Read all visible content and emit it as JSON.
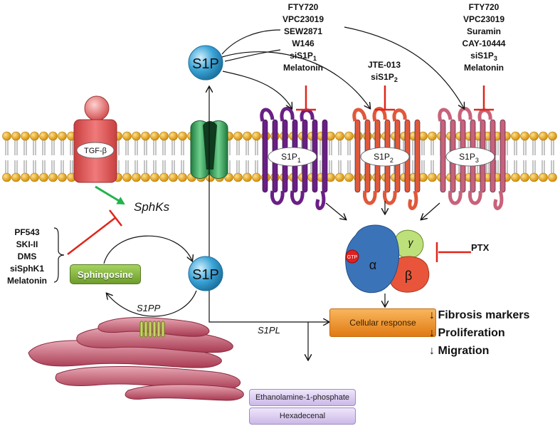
{
  "receptors": {
    "s1p1": {
      "base": "S1P",
      "sub": "1"
    },
    "s1p2": {
      "base": "S1P",
      "sub": "2"
    },
    "s1p3": {
      "base": "S1P",
      "sub": "3"
    }
  },
  "s1p_ball_top": "S1P",
  "s1p_ball_bottom": "S1P",
  "tgf_label": "TGF-β",
  "sphks_label": "SphKs",
  "s1pp_label": "S1PP",
  "s1pl_label": "S1PL",
  "sphingosine_label": "Sphingosine",
  "left_inhibitors": [
    "PF543",
    "SKI-II",
    "DMS",
    "siSphK1",
    "Melatonin"
  ],
  "s1p1_modulators": [
    {
      "base": "FTY720",
      "sub": ""
    },
    {
      "base": "VPC23019",
      "sub": ""
    },
    {
      "base": "SEW2871",
      "sub": ""
    },
    {
      "base": "W146",
      "sub": ""
    },
    {
      "base": "siS1P",
      "sub": "1"
    },
    {
      "base": "Melatonin",
      "sub": ""
    }
  ],
  "s1p2_modulators": [
    {
      "base": "JTE-013",
      "sub": ""
    },
    {
      "base": "siS1P",
      "sub": "2"
    }
  ],
  "s1p3_modulators": [
    {
      "base": "FTY720",
      "sub": ""
    },
    {
      "base": "VPC23019",
      "sub": ""
    },
    {
      "base": "Suramin",
      "sub": ""
    },
    {
      "base": "CAY-10444",
      "sub": ""
    },
    {
      "base": "siS1P",
      "sub": "3"
    },
    {
      "base": "Melatonin",
      "sub": ""
    }
  ],
  "gprotein": {
    "alpha": "α",
    "beta": "β",
    "gamma": "γ",
    "gtp": "GTP"
  },
  "ptx_label": "PTX",
  "cellular_response": "Cellular response",
  "outcomes": [
    "↓ Fibrosis markers",
    "↓ Proliferation",
    "↓ Migration"
  ],
  "products": [
    "Ethanolamine-1-phosphate",
    "Hexadecenal"
  ],
  "colors": {
    "membrane_head": "#e8a30c",
    "s1p1": "#6a1f86",
    "s1p2": "#e0583a",
    "s1p3": "#c8627a",
    "channel": "#2f9a55",
    "s1p_ball": "#3aa3d6",
    "inhibit": "#e0251b",
    "activate": "#22b34c",
    "alpha": "#3b73b9",
    "beta": "#e8553a",
    "gamma": "#bde07a",
    "tgf": "#e8585a"
  }
}
